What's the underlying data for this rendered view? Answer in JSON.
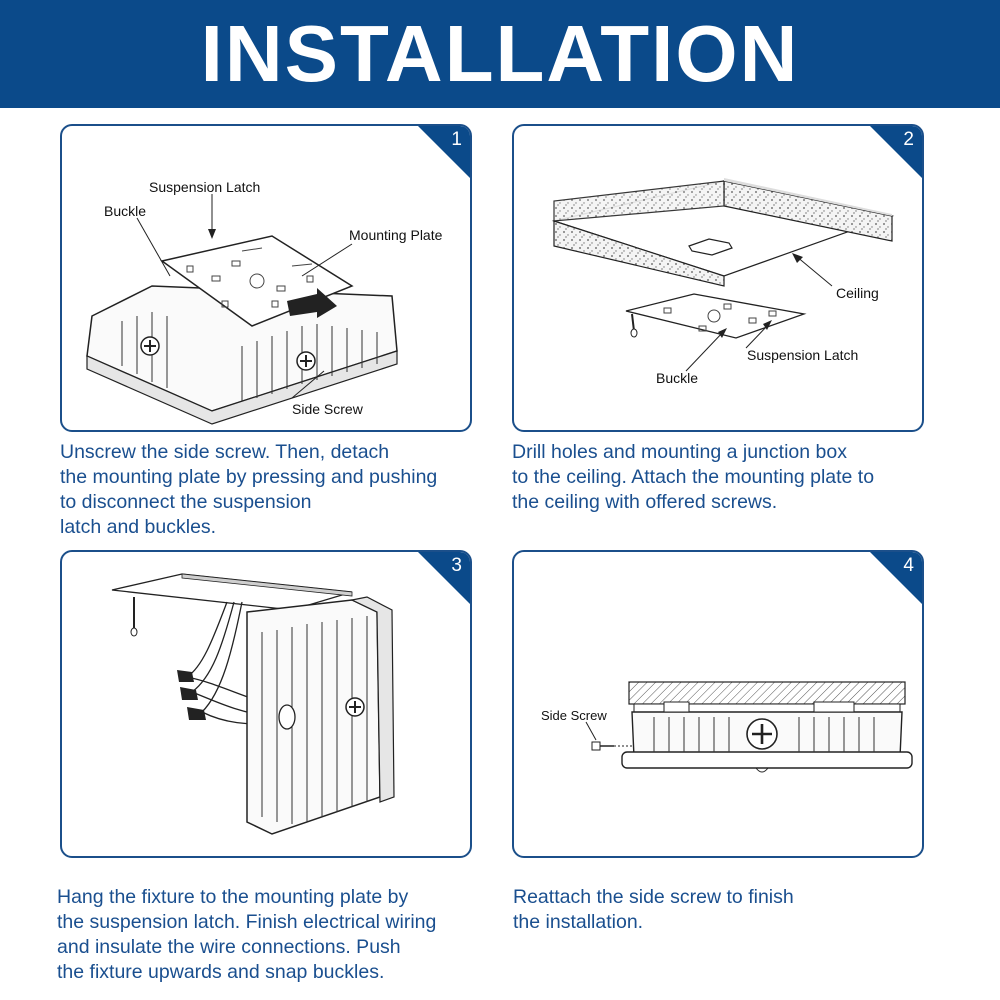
{
  "header": {
    "title": "INSTALLATION"
  },
  "steps": [
    {
      "number": "1",
      "labels": {
        "suspension_latch": "Suspension Latch",
        "buckle": "Buckle",
        "mounting_plate": "Mounting Plate",
        "side_screw": "Side Screw"
      },
      "caption_lines": [
        "Unscrew the side screw. Then, detach",
        "the mounting plate by pressing and pushing",
        "to disconnect the suspension",
        "latch and buckles."
      ]
    },
    {
      "number": "2",
      "labels": {
        "ceiling": "Ceiling",
        "suspension_latch": "Suspension Latch",
        "buckle": "Buckle"
      },
      "caption_lines": [
        "Drill holes and mounting a junction box",
        "to the ceiling. Attach the mounting plate to",
        "the ceiling with offered screws."
      ]
    },
    {
      "number": "3",
      "labels": {},
      "caption_lines": [
        "Hang the fixture to the mounting plate by",
        "the suspension latch. Finish electrical wiring",
        "and insulate the wire connections. Push",
        "the fixture upwards and snap buckles."
      ]
    },
    {
      "number": "4",
      "labels": {
        "side_screw": "Side Screw"
      },
      "caption_lines": [
        "Reattach the side screw to finish",
        "the installation."
      ]
    }
  ],
  "colors": {
    "brand_blue": "#0b4a8a",
    "caption_blue": "#1a4f8f",
    "border_blue": "#1b4f8a"
  }
}
